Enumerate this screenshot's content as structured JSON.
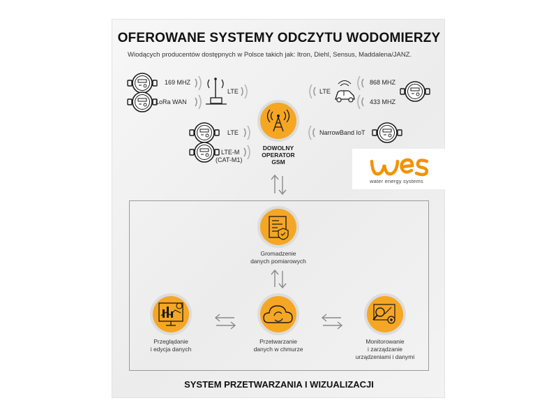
{
  "header": {
    "title": "OFEROWANE SYSTEMY ODCZYTU WODOMIERZY",
    "subtitle": "Wiodących producentów dostępnych w Polsce takich jak: Itron, Diehl, Sensus, Maddalena/JANZ."
  },
  "technologies": {
    "mhz169": "169 MHZ",
    "lorawan": "LoRa WAN",
    "lte_tower": "LTE",
    "lte_car": "LTE",
    "mhz868": "868 MHZ",
    "mhz433": "433 MHZ",
    "lte_meter": "LTE",
    "ltem_line1": "LTE-M",
    "ltem_line2": "(CAT-M1)",
    "nbiot": "NarrowBand IoT"
  },
  "operator": {
    "line1": "DOWOLNY",
    "line2": "OPERATOR",
    "line3": "GSM"
  },
  "logo": {
    "wordmark": "wes",
    "tagline": "water energy systems"
  },
  "processes": {
    "gather_line1": "Gromadzenie",
    "gather_line2": "danych pomiarowych",
    "cloud_line1": "Przetwarzanie",
    "cloud_line2": "danych w chmurze",
    "browse_line1": "Przeglądanie",
    "browse_line2": "i edycja danych",
    "monitor_line1": "Monitorowanie",
    "monitor_line2": "i zarządzanie",
    "monitor_line3": "urządzeniami i danymi"
  },
  "footer": {
    "title": "SYSTEM PRZETWARZANIA I WIZUALIZACJI"
  },
  "colors": {
    "accent": "#F5A623",
    "accent_dark": "#E8901A",
    "line": "#1a1a1a",
    "arrow": "#8a8a8a",
    "logo_orange": "#F39200"
  }
}
